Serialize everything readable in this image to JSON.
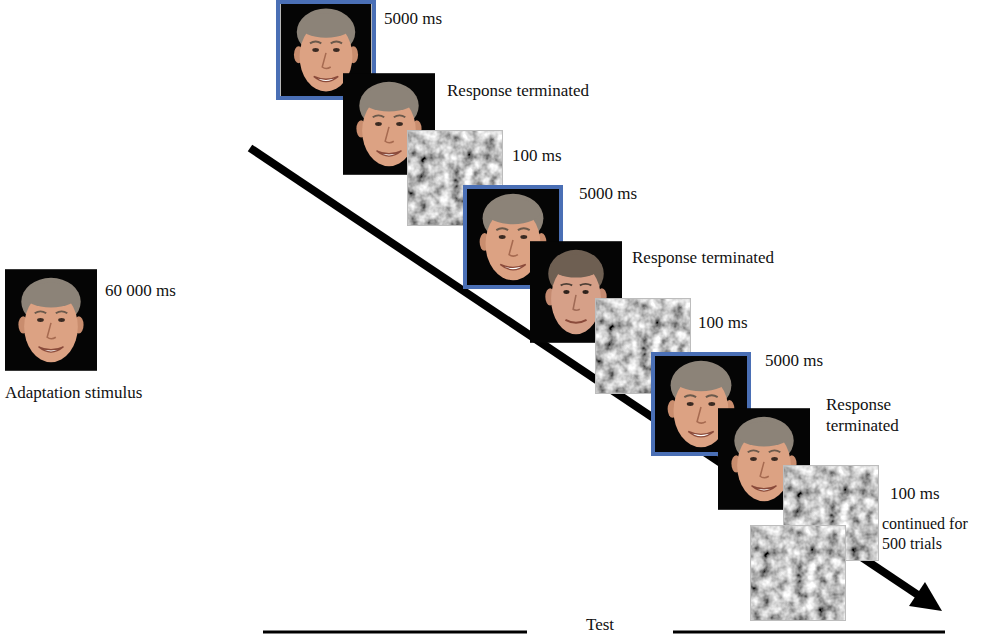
{
  "diagram": {
    "labels": [
      "5000 ms",
      "Response terminated",
      "100 ms",
      "5000 ms",
      "Response terminated",
      "100 ms",
      "60 000 ms",
      "5000 ms",
      "Adaptation stimulus",
      "Response terminated",
      "100 ms",
      "continued for 500 trials",
      "Test"
    ]
  }
}
